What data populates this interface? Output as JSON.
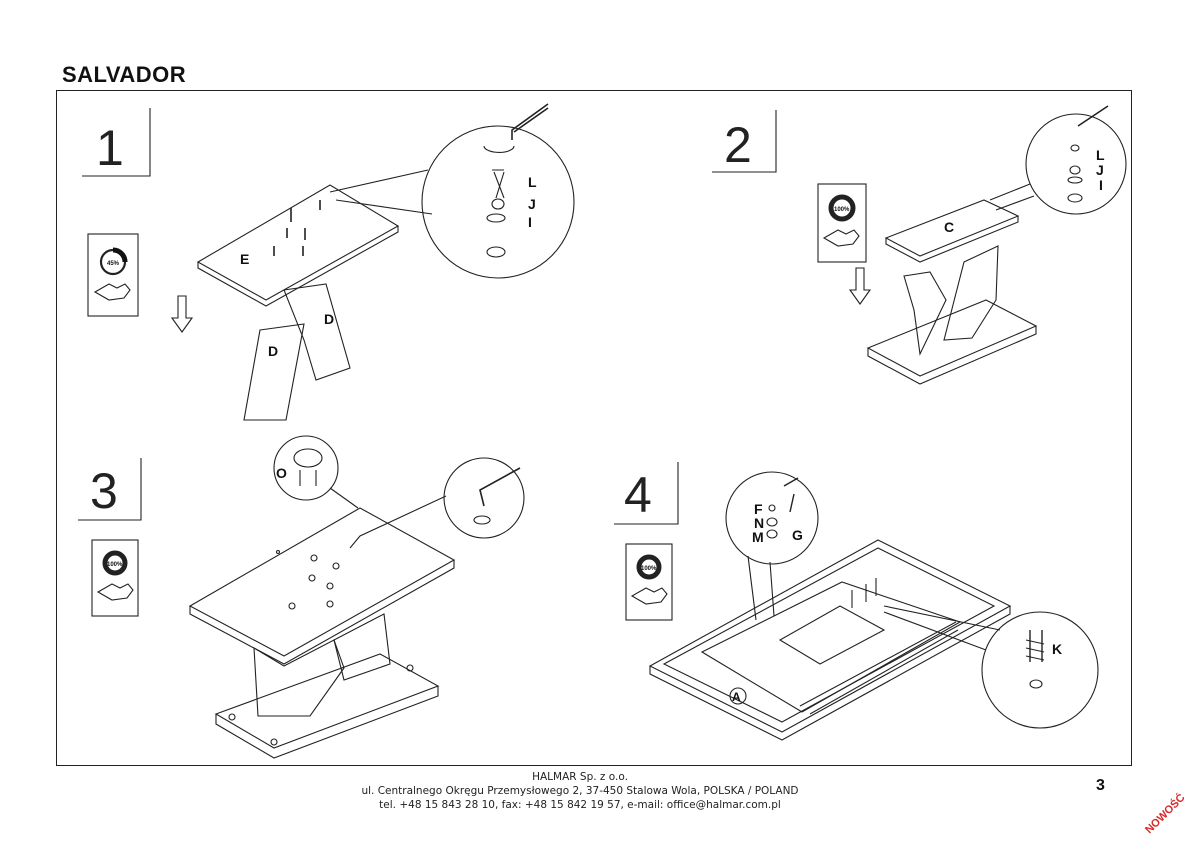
{
  "document": {
    "title": "SALVADOR",
    "page_number": "3",
    "badge": "NOWOŚĆ"
  },
  "footer": {
    "line1": "HALMAR Sp. z o.o.",
    "line2": "ul. Centralnego Okręgu Przemysłowego 2, 37-450 Stalowa Wola, POLSKA / POLAND",
    "line3": "tel. +48 15 843 28 10, fax: +48 15 842 19 57, e-mail: office@halmar.com.pl"
  },
  "steps": [
    {
      "number": "1",
      "tighten": "45%",
      "labels": {
        "top": "E",
        "leg1": "D",
        "leg2": "D"
      },
      "parts": [
        "L",
        "J",
        "I"
      ]
    },
    {
      "number": "2",
      "tighten": "100%",
      "labels": {
        "top": "C"
      },
      "parts": [
        "L",
        "J",
        "I"
      ]
    },
    {
      "number": "3",
      "tighten": "100%",
      "parts": [
        "O"
      ]
    },
    {
      "number": "4",
      "tighten": "100%",
      "labels": {
        "frame": "A"
      },
      "parts": [
        "F",
        "N",
        "M",
        "G",
        "K"
      ]
    }
  ]
}
